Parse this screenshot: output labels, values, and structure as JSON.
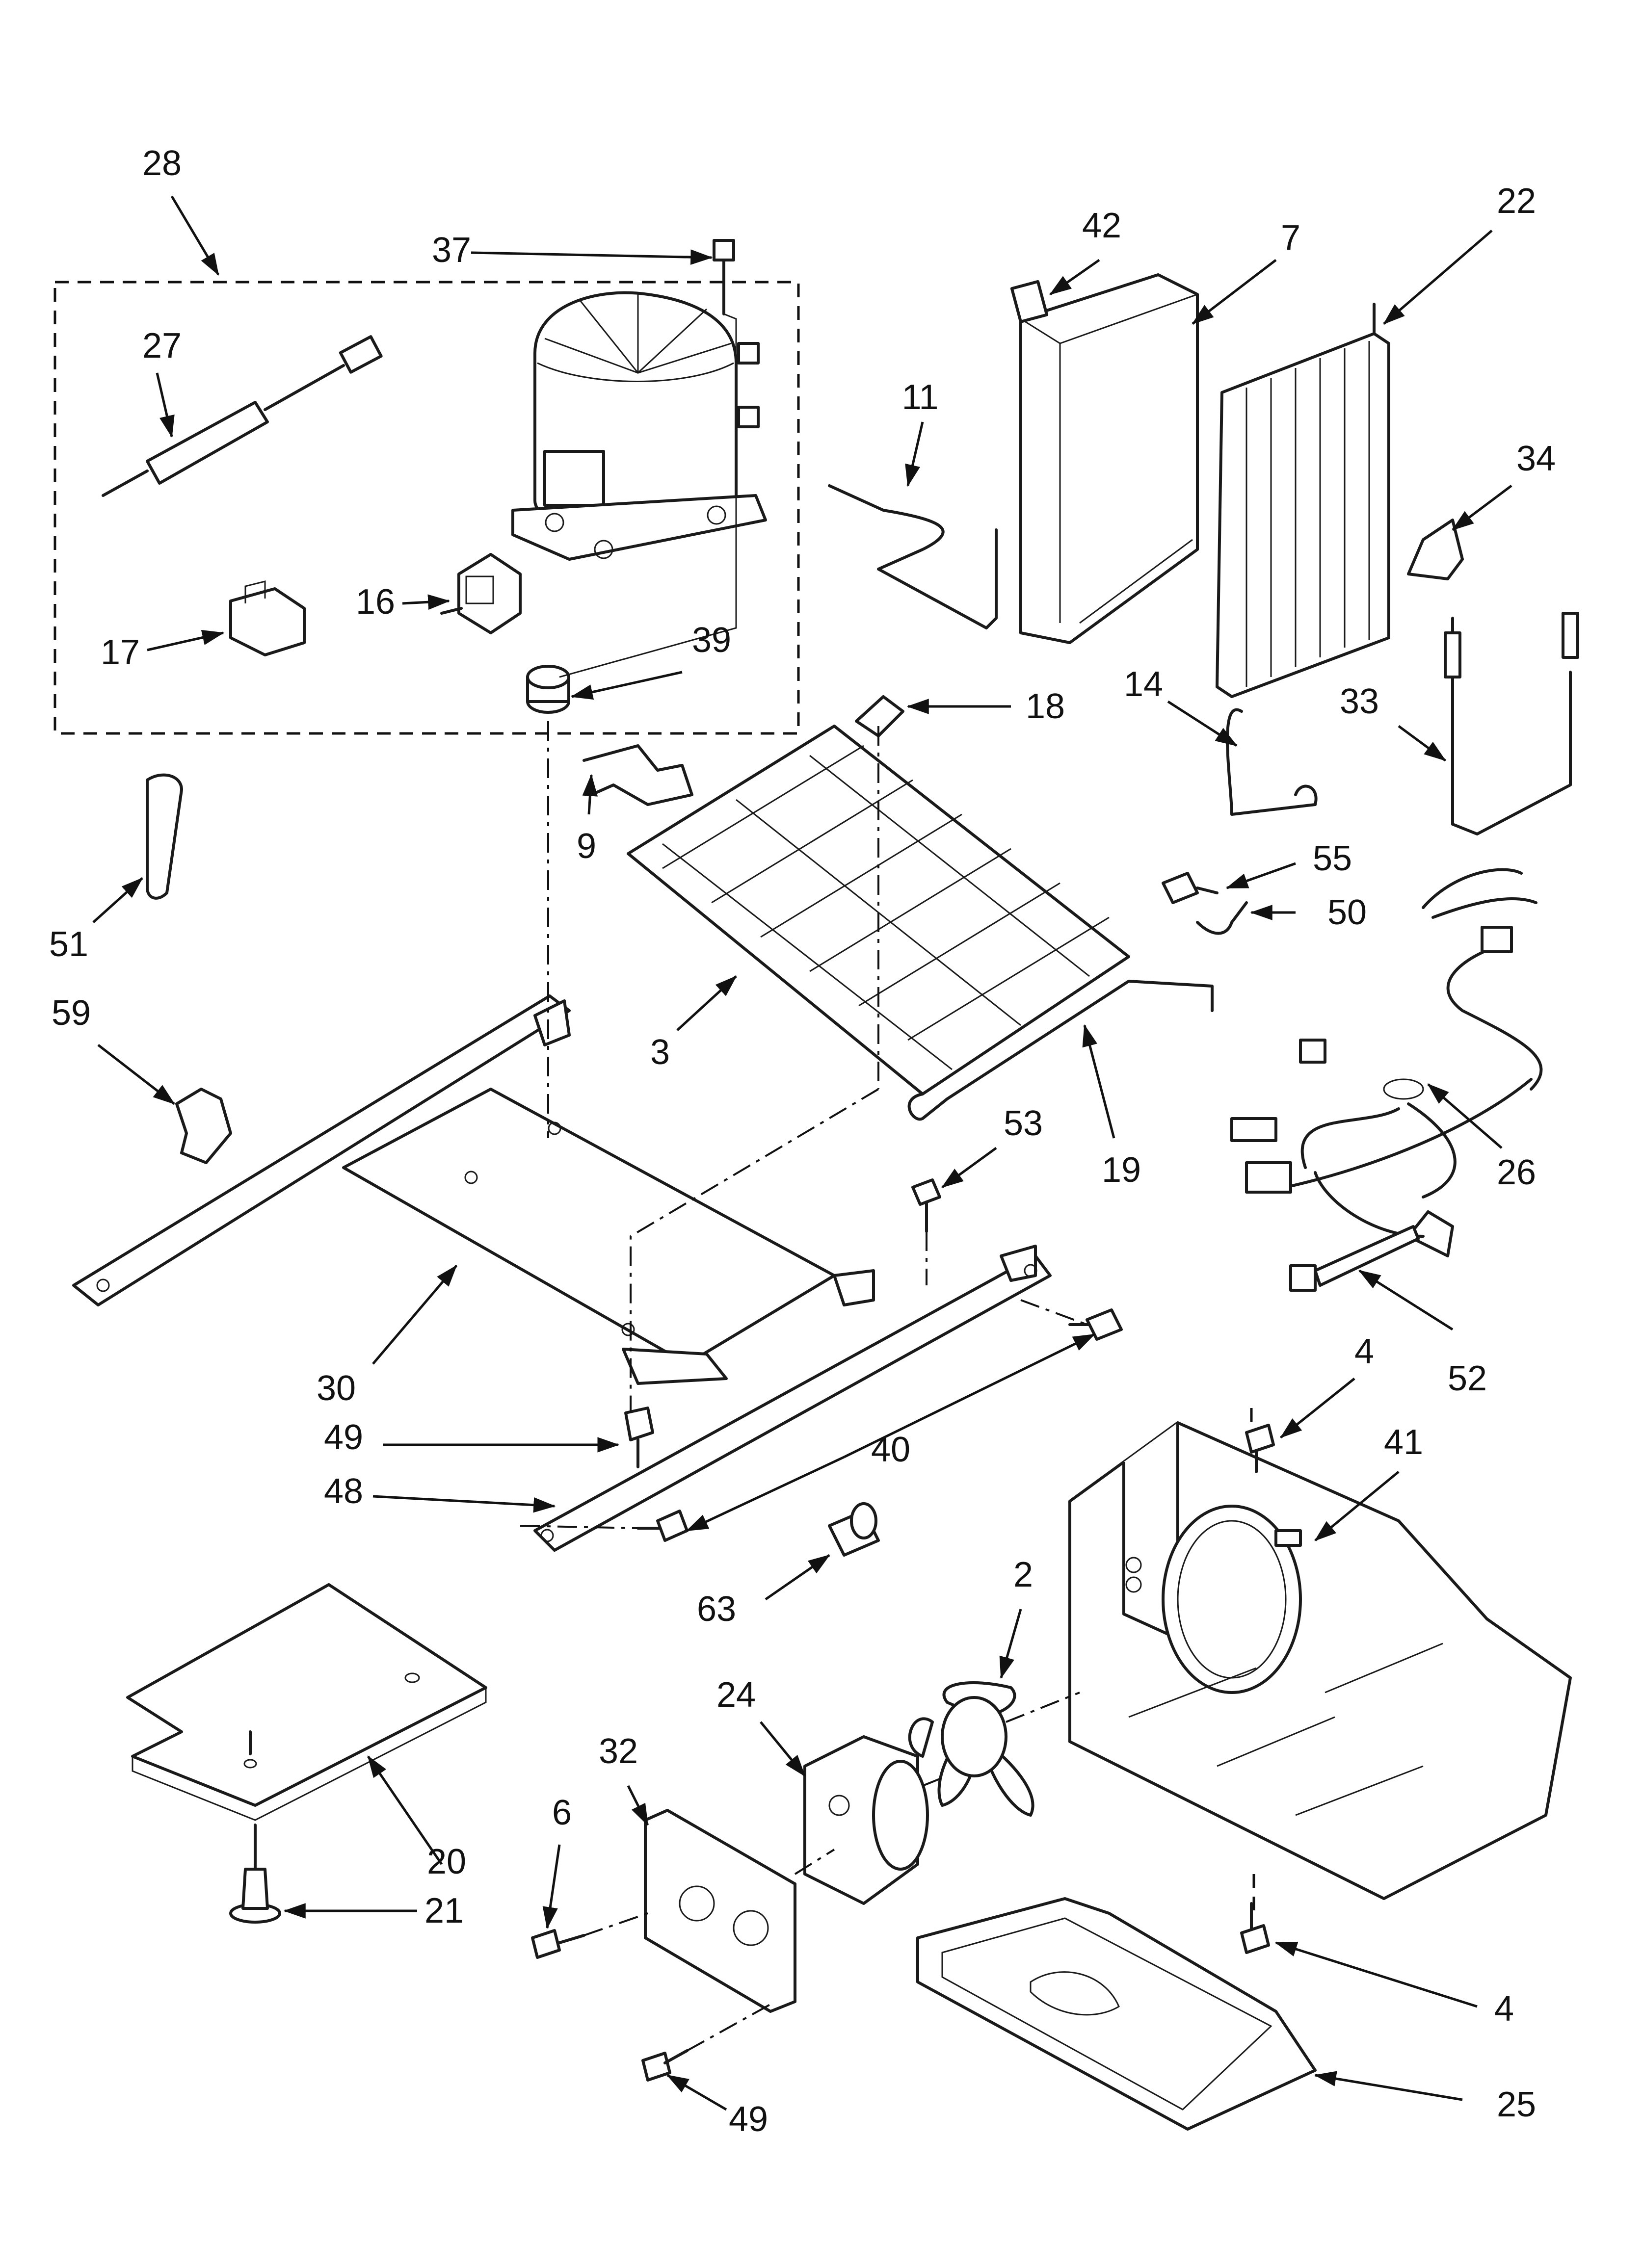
{
  "diagram": {
    "type": "exploded-parts-diagram",
    "callouts": {
      "c28": "28",
      "c37": "37",
      "c27": "27",
      "c16": "16",
      "c17": "17",
      "c39": "39",
      "c42": "42",
      "c7": "7",
      "c22": "22",
      "c11": "11",
      "c34": "34",
      "c18": "18",
      "c14": "14",
      "c33": "33",
      "c9": "9",
      "c51": "51",
      "c55": "55",
      "c50": "50",
      "c59": "59",
      "c3": "3",
      "c53": "53",
      "c19": "19",
      "c26": "26",
      "c30": "30",
      "c52": "52",
      "c49a": "49",
      "c4a": "4",
      "c41": "41",
      "c40": "40",
      "c48": "48",
      "c63": "63",
      "c2": "2",
      "c24": "24",
      "c32": "32",
      "c6": "6",
      "c20": "20",
      "c21": "21",
      "c49b": "49",
      "c4b": "4",
      "c25": "25"
    }
  }
}
